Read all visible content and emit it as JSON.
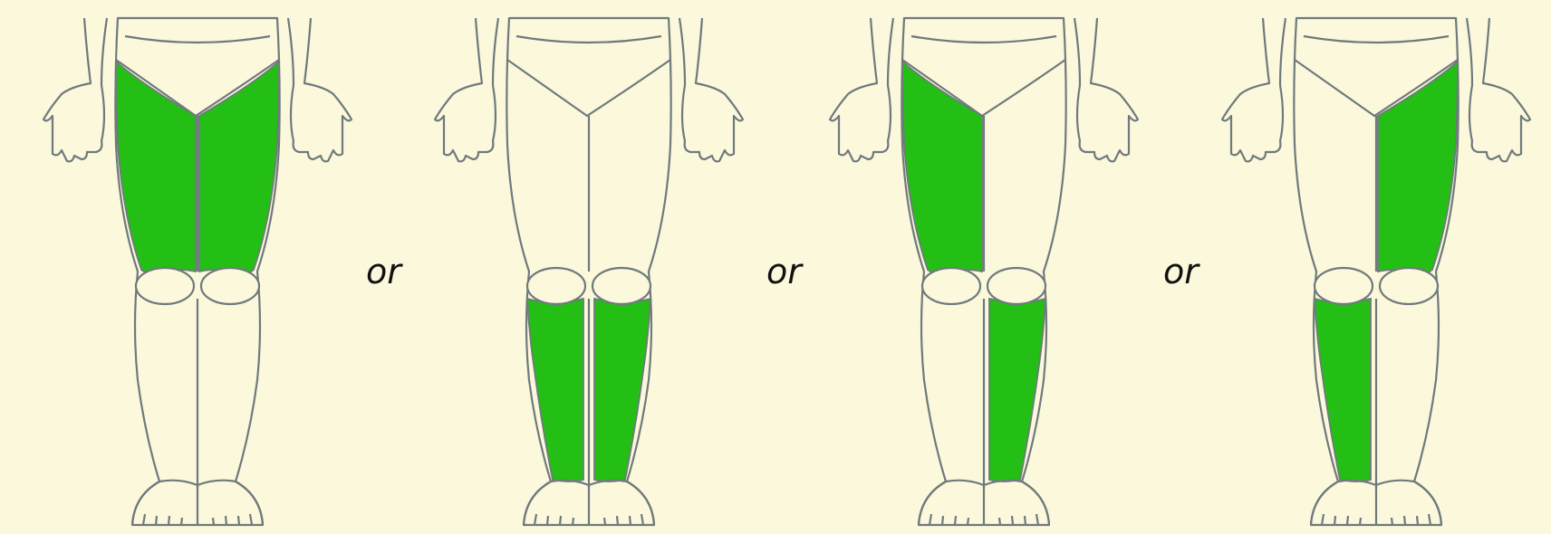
{
  "colors": {
    "background": "#fcf8dc",
    "outline": "#6e7a7c",
    "highlight": "#23bf14",
    "skin": "#fcf8dc"
  },
  "separators": [
    "or",
    "or",
    "or"
  ],
  "figures": [
    {
      "id": "fig1",
      "highlighted": [
        "upper-left-thigh",
        "upper-right-thigh"
      ]
    },
    {
      "id": "fig2",
      "highlighted": [
        "lower-left-leg",
        "lower-right-leg"
      ]
    },
    {
      "id": "fig3",
      "highlighted": [
        "upper-left-thigh",
        "lower-right-leg"
      ]
    },
    {
      "id": "fig4",
      "highlighted": [
        "upper-right-thigh",
        "lower-left-leg"
      ]
    }
  ]
}
